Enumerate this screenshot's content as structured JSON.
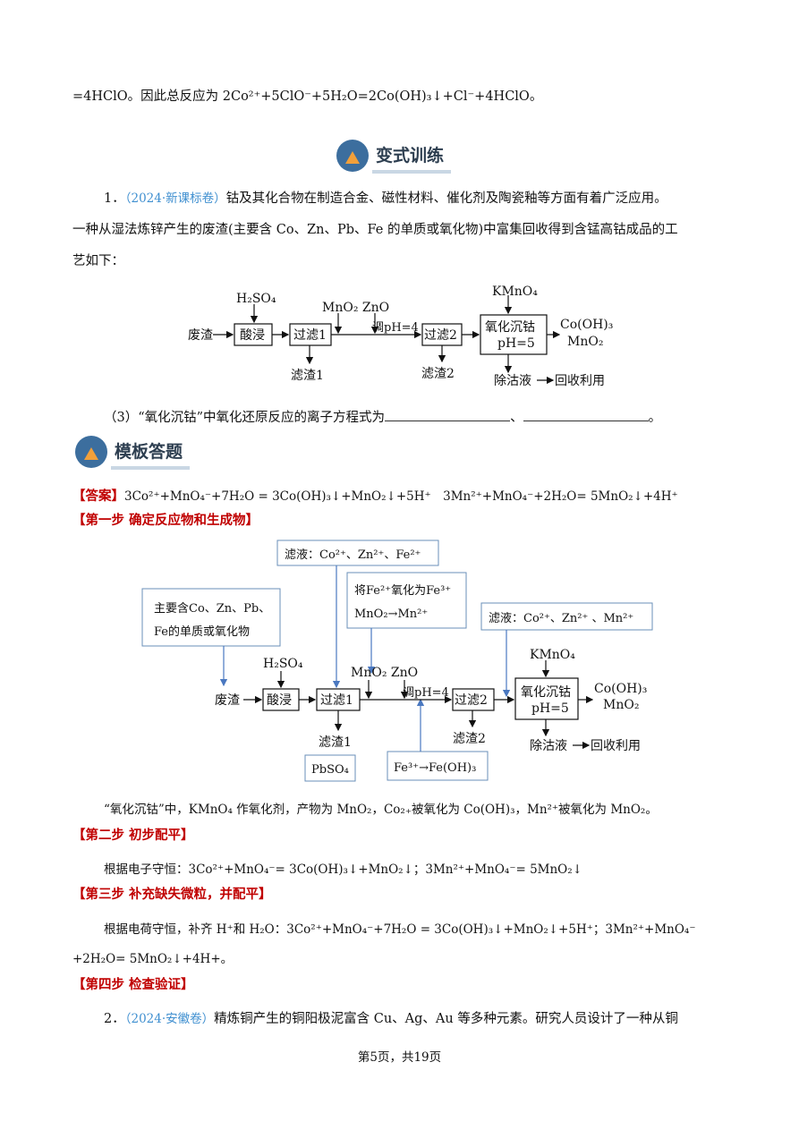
{
  "top_line": "=4HClO。因此总反应为 2Co²⁺+5ClO⁻+5H₂O=2Co(OH)₃↓+Cl⁻+4HClO。",
  "banner1": "变式训练",
  "q1": {
    "num": "1．",
    "source": "（2024·新课标卷）",
    "line1": "钴及其化合物在制造合金、磁性材料、催化剂及陶瓷釉等方面有着广泛应用。",
    "line2": "一种从湿法炼锌产生的废渣(主要含 Co、Zn、Pb、Fe 的单质或氧化物)中富集回收得到含锰高钴成品的工",
    "line3": "艺如下："
  },
  "flow": {
    "h2so4": "H₂SO₄",
    "waste": "废渣",
    "acid": "酸浸",
    "filter1": "过滤1",
    "reagents": "MnO₂ ZnO",
    "ph": "调pH=4",
    "filter2": "过滤2",
    "kmno4": "KMnO₄",
    "ox1": "氧化沉钴",
    "ox2": "pH=5",
    "prod1": "Co(OH)₃",
    "prod2": "MnO₂",
    "res1": "滤渣1",
    "res2": "滤渣2",
    "liquid": "除沽液",
    "recycle": "回收利用"
  },
  "q3": {
    "text": "（3）“氧化沉钴”中氧化还原反应的离子方程式为",
    "sep": "、",
    "end": "。"
  },
  "banner2": "模板答题",
  "answer": {
    "tag": "【答案】",
    "text": "3Co²⁺+MnO₄⁻+7H₂O = 3Co(OH)₃↓+MnO₂↓+5H⁺　3Mn²⁺+MnO₄⁻+2H₂O= 5MnO₂↓+4H⁺"
  },
  "step1": "【第一步  确定反应物和生成物】",
  "flow2": {
    "box_filtrate1": "滤液：Co²⁺、Zn²⁺、Fe²⁺",
    "box_main_a": "主要含Co、Zn、Pb、",
    "box_main_b": "Fe的单质或氧化物",
    "box_oxid_a": "将Fe²⁺氧化为Fe³⁺",
    "box_oxid_b": "MnO₂→Mn²⁺",
    "box_filtrate2": "滤液：Co²⁺、Zn²⁺ 、Mn²⁺",
    "box_pbso4": "PbSO₄",
    "box_fe": "Fe³⁺→Fe(OH)₃"
  },
  "explain1": "“氧化沉钴”中，KMnO₄ 作氧化剂，产物为 MnO₂，Co₂₊被氧化为 Co(OH)₃，Mn²⁺被氧化为 MnO₂。",
  "step2": "【第二步  初步配平】",
  "explain2": "根据电子守恒：3Co²⁺+MnO₄⁻= 3Co(OH)₃↓+MnO₂↓；3Mn²⁺+MnO₄⁻= 5MnO₂↓",
  "step3": "【第三步  补充缺失微粒，并配平】",
  "explain3a": "根据电荷守恒，补齐 H⁺和 H₂O：3Co²⁺+MnO₄⁻+7H₂O = 3Co(OH)₃↓+MnO₂↓+5H⁺；3Mn²⁺+MnO₄⁻",
  "explain3b": "+2H₂O= 5MnO₂↓+4H+。",
  "step4": "【第四步  检查验证】",
  "q2": {
    "num": "2．",
    "source": "（2024·安徽卷）",
    "text": "精炼铜产生的铜阳极泥富含 Cu、Ag、Au 等多种元素。研究人员设计了一种从铜"
  },
  "footer": "第5页，共19页",
  "colors": {
    "blue_text": "#3f8fd0",
    "red_heading": "#c00000",
    "callout_border": "#6a8fb8",
    "arrow_blue": "#4a78c0"
  }
}
